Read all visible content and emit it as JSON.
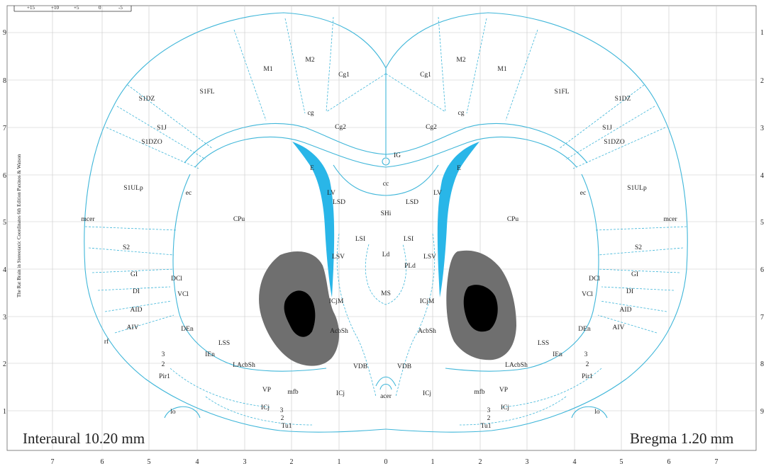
{
  "scale_bar": {
    "labels": [
      "+15",
      "+10",
      "+5",
      "0",
      "-5"
    ]
  },
  "axes": {
    "bottom": [
      "7",
      "6",
      "5",
      "4",
      "3",
      "2",
      "1",
      "0",
      "1",
      "2",
      "3",
      "4",
      "5",
      "6",
      "7"
    ],
    "left": [
      "9",
      "8",
      "7",
      "6",
      "5",
      "4",
      "3",
      "2",
      "1"
    ],
    "right": [
      "1",
      "2",
      "3",
      "4",
      "5",
      "6",
      "7",
      "8",
      "9"
    ]
  },
  "side_text": "The Rat Brain in Stereotaxic Coordinates 6th Edition Paxinos & Watson",
  "captions": {
    "interaural": "Interaural 10.20 mm",
    "bregma": "Bregma 1.20 mm"
  },
  "colors": {
    "outline": "#3fb6d9",
    "ventricle": "#29b6e8",
    "lesion_outer": "#6f6f6f",
    "lesion_core": "#000000"
  },
  "labels_left": [
    "M1",
    "M2",
    "Cg1",
    "S1FL",
    "S1DZ",
    "S1J",
    "S1DZO",
    "cg",
    "Cg2",
    "E",
    "S1ULp",
    "ec",
    "mcer",
    "CPu",
    "LV",
    "LSD",
    "S2",
    "LSI",
    "LSV",
    "GI",
    "DCl",
    "DI",
    "VCl",
    "AID",
    "ICjM",
    "AIV",
    "DEn",
    "AcbSh",
    "rf",
    "LSS",
    "IEn",
    "LAcbSh",
    "3",
    "2",
    "Pir1",
    "VDB",
    "lo",
    "VP",
    "mfb",
    "ICj",
    "ICj",
    "3",
    "2",
    "Tu1"
  ],
  "labels_right": [
    "M2",
    "M1",
    "Cg1",
    "S1FL",
    "S1DZ",
    "S1J",
    "S1DZO",
    "cg",
    "Cg2",
    "E",
    "S1ULp",
    "ec",
    "mcer",
    "CPu",
    "LV",
    "LSD",
    "S2",
    "LSI",
    "LSV",
    "GI",
    "DCl",
    "DI",
    "VCl",
    "AID",
    "ICjM",
    "AIV",
    "DEn",
    "AcbSh",
    "LSS",
    "IEn",
    "LAcbSh",
    "3",
    "2",
    "Pir1",
    "VDB",
    "lo",
    "VP",
    "mfb",
    "ICj",
    "ICj",
    "3",
    "2",
    "Tu1"
  ],
  "labels_mid": [
    "IG",
    "cc",
    "SHi",
    "Ld",
    "PLd",
    "MS",
    "acer"
  ]
}
